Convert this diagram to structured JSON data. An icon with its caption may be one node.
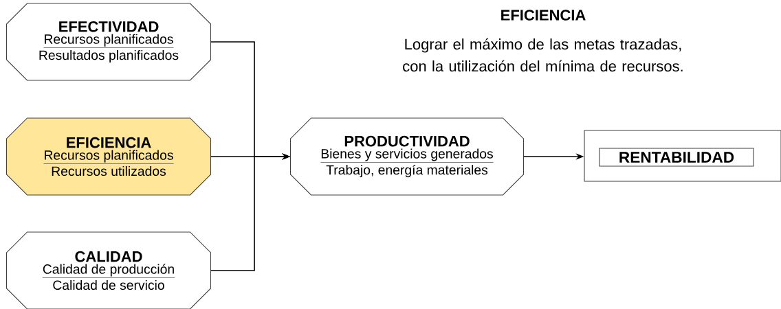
{
  "diagram": {
    "title": "EFICIENCIA",
    "nodes": [
      {
        "text": [
          "EFECTIVIDAD",
          "Recursos planificados",
          "Resultados planificados"
        ]
      },
      {
        "text": [
          "EFICIENCIA",
          "Recursos planificados",
          "Recursos utilizados"
        ]
      },
      {
        "text": [
          "CALIDAD",
          "Calidad de producción",
          "Calidad de servicio"
        ]
      },
      {
        "text": [
          "PRODUCTIVIDAD",
          "Bienes y servicios generados",
          "Trabajo, energía materiales"
        ]
      },
      {
        "text": [],
        "shape": "box"
      },
      {
        "text": [
          "RENTABILIDAD"
        ],
        "in": 4
      }
    ],
    "edges": [
      {
        "from": 0,
        "to": 3,
        "arrow": "to"
      },
      {
        "from": 1,
        "to": 3,
        "arrow": "to"
      },
      {
        "from": 2,
        "to": 3,
        "arrow": "to"
      },
      {
        "from": 3,
        "to": 4,
        "arrow": "to"
      }
    ],
    "labels": [
      "Lograr el máximo de las metas trazadas, con la utilización del mínima de recursos."
    ]
  }
}
